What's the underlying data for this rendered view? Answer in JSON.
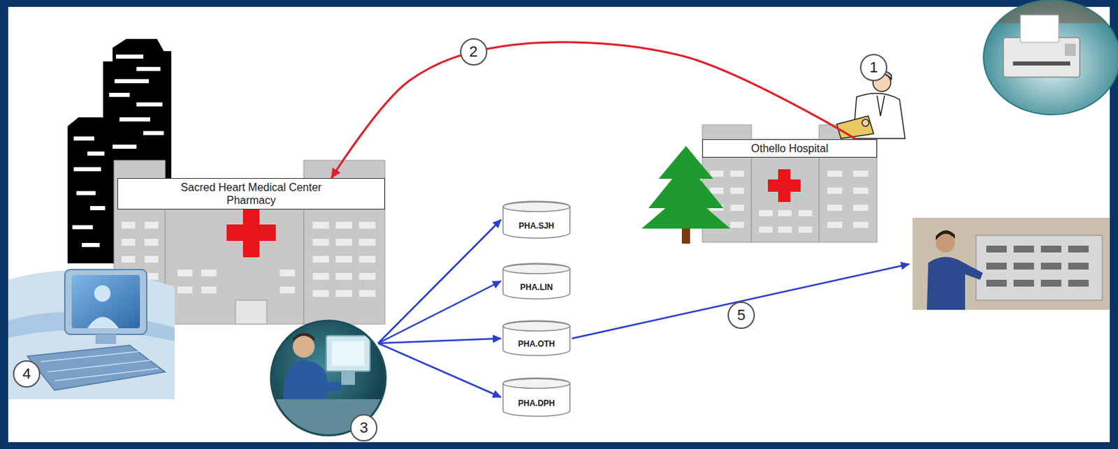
{
  "diagram": {
    "nodes": [
      {
        "text": [
          "Sacred Heart Medical Center Pharmacy"
        ]
      },
      {
        "text": [
          "Othello Hospital"
        ]
      },
      {
        "text": [
          "PHA.SJH"
        ]
      },
      {
        "text": [
          "PHA.LIN"
        ]
      },
      {
        "text": [
          "PHA.OTH"
        ]
      },
      {
        "text": [
          "PHA.DPH"
        ]
      }
    ],
    "edges": [
      {
        "from": 1,
        "to": 0,
        "arrow": "to",
        "label": "2"
      }
    ],
    "labels": [
      "1",
      "3",
      "4",
      "5"
    ]
  }
}
